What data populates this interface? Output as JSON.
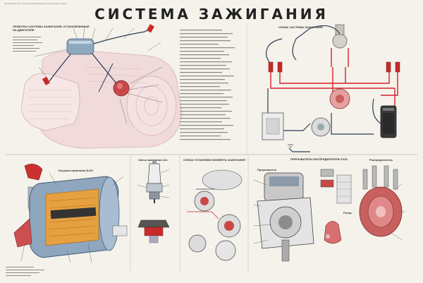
{
  "title": "СИСТЕМА ЗАЖИГАНИЯ",
  "sections": {
    "engine_view": "ПРИБОРЫ СИСТЕМЫ ЗАЖИГАНИЯ, УСТАНОВЛЕННЫЕ НА ДВИГАТЕЛЕ",
    "wiring_diagram": "СХЕМА СИСТЕМЫ ЗАЖИГАНИЯ",
    "ignition_coil": "Катушка зажигания Б115",
    "spark_plug": "Свеча зажигания А11",
    "distributor_setup": "СХЕМА УСТАНОВКИ МОМЕНТА ЗАЖИГАНИЯ",
    "distributor": "ПРЕРЫВАТЕЛЬ-РАСПРЕДЕЛИТЕЛЬ Р115",
    "rotor_label": "Ротор",
    "breaker_label": "Прерыватель",
    "distributor_label": "Распределитель"
  },
  "colors": {
    "wire_red": "#d8202c",
    "wire_dark": "#2c3d58",
    "coil_blue": "#8ea7bf",
    "engine_pink": "#efd3d3",
    "background": "#f4f2ea"
  }
}
